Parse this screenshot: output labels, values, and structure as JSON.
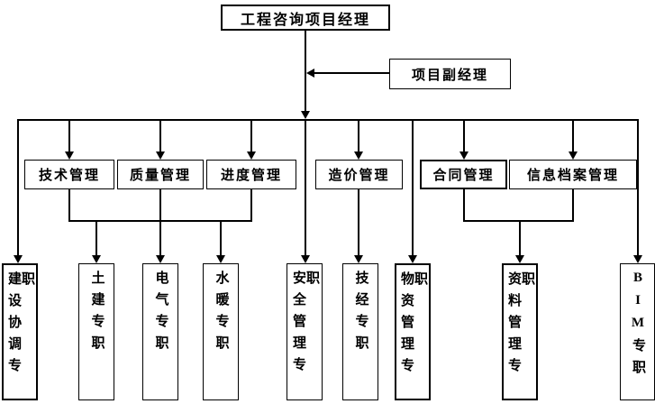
{
  "colors": {
    "line": "#000000",
    "border": "#000000",
    "text": "#000000",
    "box_fill": "#ffffff",
    "background": "#ffffff"
  },
  "org": {
    "top": {
      "label": "工程咨询项目经理"
    },
    "deputy": {
      "label": "项目副经理"
    },
    "level2": [
      {
        "label": "技术管理",
        "emphasized": false
      },
      {
        "label": "质量管理",
        "emphasized": false
      },
      {
        "label": "进度管理",
        "emphasized": false
      },
      {
        "label": "造价管理",
        "emphasized": false
      },
      {
        "label": "合同管理",
        "emphasized": true
      },
      {
        "label": "信息档案管理",
        "emphasized": false
      }
    ],
    "level3": [
      {
        "label": "建设协调专职",
        "emphasized": true
      },
      {
        "label": "土建专职",
        "emphasized": false
      },
      {
        "label": "电气专职",
        "emphasized": false
      },
      {
        "label": "水暖专职",
        "emphasized": false
      },
      {
        "label": "安全管理专职",
        "emphasized": false
      },
      {
        "label": "技经专职",
        "emphasized": false
      },
      {
        "label": "物资管理专职",
        "emphasized": true
      },
      {
        "label": "资料管理专职",
        "emphasized": true
      },
      {
        "label": "BIM专职",
        "emphasized": false
      }
    ],
    "reporting": {
      "deputy_reports_to": "工程咨询项目经理",
      "tech_quality_schedule_children": [
        "土建专职",
        "电气专职",
        "水暖专职"
      ],
      "cost_mgmt_child": "技经专职",
      "contract_and_archive_child": "资料管理专职",
      "direct_children_of_main_line": [
        "建设协调专职",
        "安全管理专职",
        "物资管理专职",
        "BIM专职"
      ]
    }
  }
}
